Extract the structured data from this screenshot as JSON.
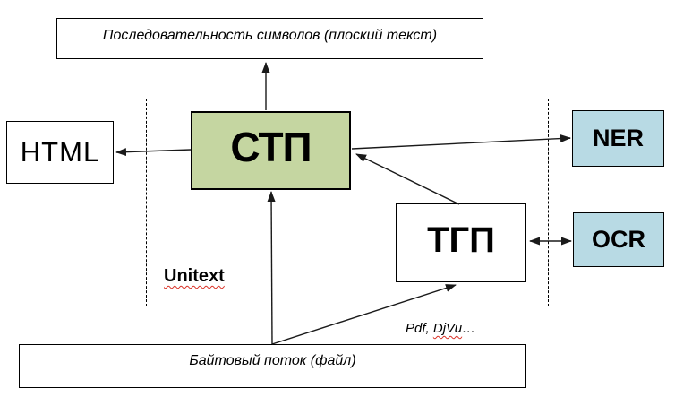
{
  "nodes": {
    "plain_text": "Последовательность символов (плоский текст)",
    "html": "HTML",
    "stp": "СТП",
    "tgp": "ТГП",
    "ner": "NER",
    "ocr": "OCR",
    "byte_stream": "Байтовый поток (файл)"
  },
  "annotations": {
    "unitext": "Unitext",
    "formats": {
      "prefix": "Pdf, ",
      "misspelled": "DjVu",
      "suffix": "…"
    }
  },
  "colors": {
    "stp_fill": "#c5d6a1",
    "ner_fill": "#b8dae4",
    "ocr_fill": "#b8dae4",
    "border": "#000000",
    "squiggle_red": "#d93025"
  },
  "edges": [
    {
      "from": "stp",
      "to": "plain_text",
      "arrow": "single"
    },
    {
      "from": "stp",
      "to": "html",
      "arrow": "single"
    },
    {
      "from": "stp",
      "to": "ner",
      "arrow": "single"
    },
    {
      "from": "tgp",
      "to": "stp",
      "arrow": "single"
    },
    {
      "from": "tgp",
      "to": "ocr",
      "arrow": "double"
    },
    {
      "from": "byte_stream",
      "to": "stp",
      "arrow": "single"
    },
    {
      "from": "byte_stream",
      "to": "tgp",
      "arrow": "single"
    }
  ]
}
